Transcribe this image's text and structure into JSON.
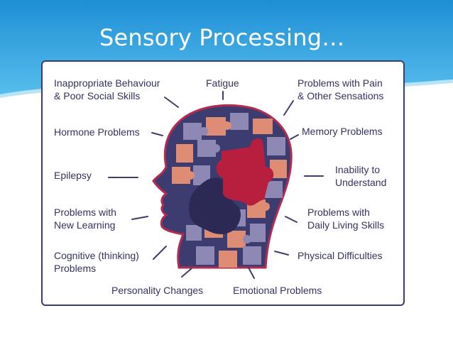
{
  "slide": {
    "title": "Sensory Processing…",
    "colors": {
      "banner_top": "#1d8fd6",
      "banner_bottom": "#5cc0ee",
      "frame": "#3d3c70",
      "head_fill": "#3d3c70",
      "head_outline": "#b22c50",
      "label_text": "#33325e",
      "puzzle_lavender": "#8e88b4",
      "puzzle_salmon": "#de8c73",
      "puzzle_red": "#b81f3e",
      "puzzle_dark": "#2c2a55"
    }
  },
  "diagram": {
    "center_image": "head-with-puzzle-pieces",
    "labels": {
      "inappropriate_behaviour": [
        "Inappropriate Behaviour",
        "& Poor Social Skills"
      ],
      "fatigue": [
        "Fatigue"
      ],
      "problems_pain": [
        "Problems with Pain",
        "& Other Sensations"
      ],
      "hormone_problems": [
        "Hormone Problems"
      ],
      "memory_problems": [
        "Memory Problems"
      ],
      "epilepsy": [
        "Epilepsy"
      ],
      "inability_understand": [
        "Inability to",
        "Understand"
      ],
      "new_learning": [
        "Problems with",
        "New Learning"
      ],
      "daily_living": [
        "Problems with",
        "Daily Living Skills"
      ],
      "cognitive": [
        "Cognitive (thinking)",
        "Problems"
      ],
      "physical": [
        "Physical Difficulties"
      ],
      "personality": [
        "Personality Changes"
      ],
      "emotional": [
        "Emotional Problems"
      ]
    }
  }
}
